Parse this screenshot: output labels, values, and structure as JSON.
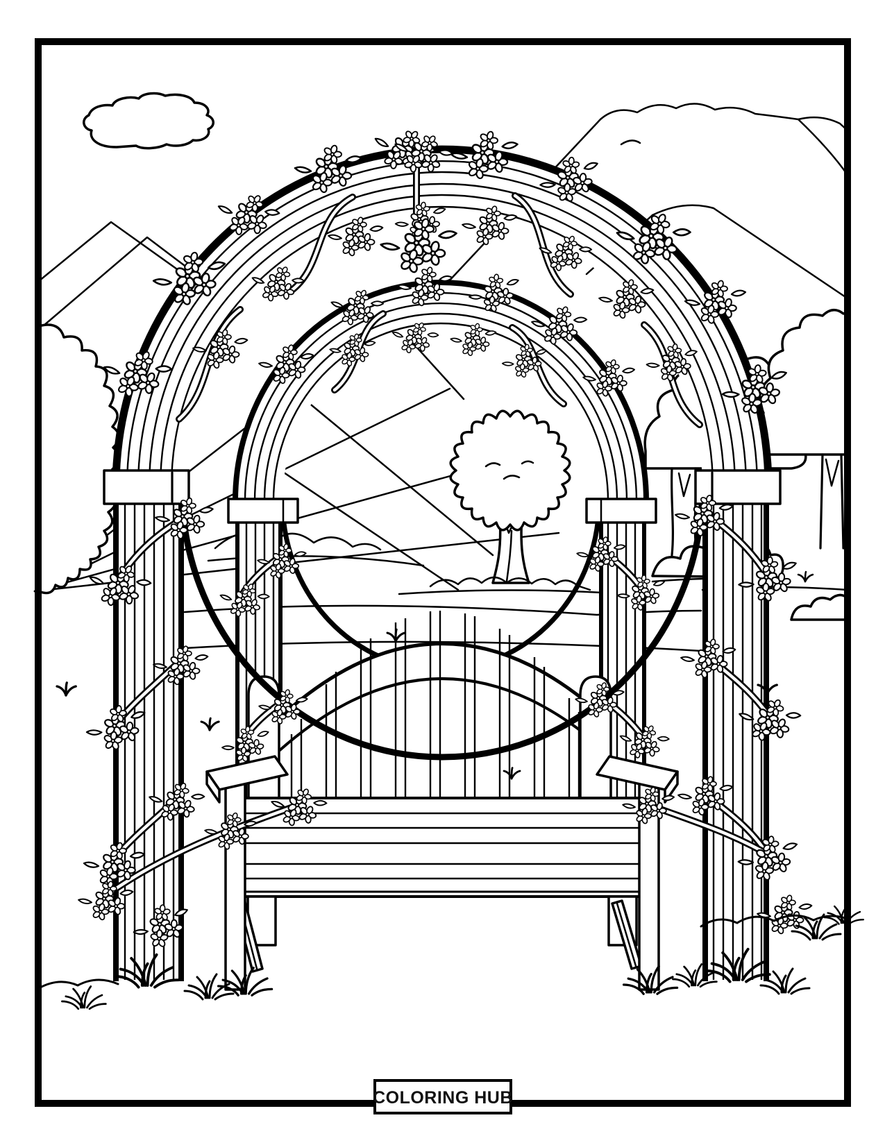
{
  "page": {
    "kind": "coloring-book line art page",
    "paper_color": "#ffffff",
    "ink_color": "#000000"
  },
  "footer": {
    "brand_label": "COLORING HUB"
  },
  "scene": {
    "subject": "garden arbor arches with climbing flowers over a wooden bench",
    "elements": [
      "cloud",
      "mountains",
      "sun-rays",
      "left-bush",
      "background-trees",
      "central-tree",
      "outer-flower-arch",
      "inner-flower-arch",
      "garden-bench",
      "climbing-vines",
      "flower-clusters",
      "grass-tufts",
      "page-border"
    ]
  }
}
